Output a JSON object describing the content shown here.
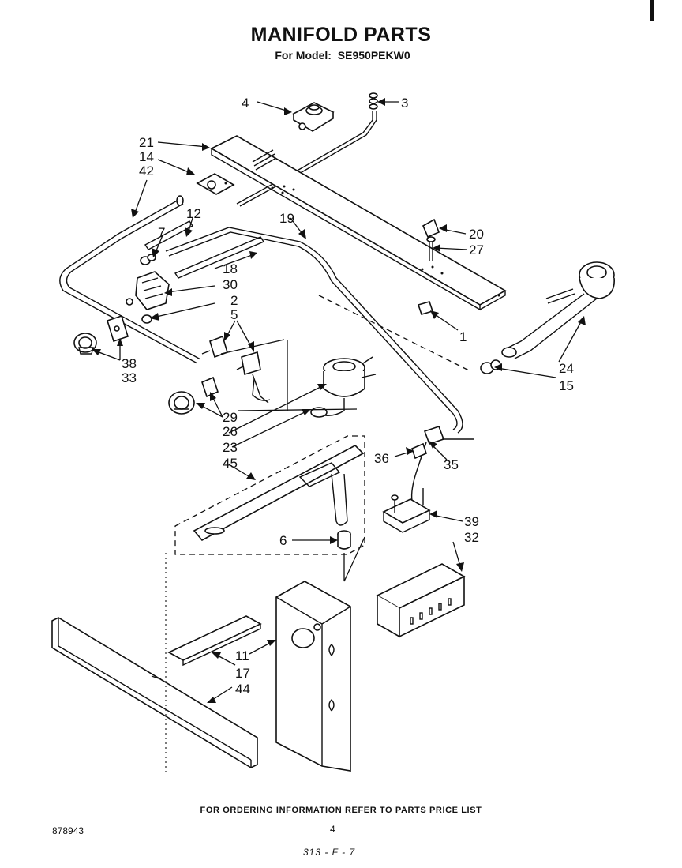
{
  "title": "MANIFOLD PARTS",
  "model_label": "For Model:",
  "model_number": "SE950PEKW0",
  "callouts": [
    "1",
    "2",
    "3",
    "4",
    "5",
    "6",
    "7",
    "11",
    "12",
    "14",
    "15",
    "17",
    "18",
    "19",
    "20",
    "21",
    "23",
    "24",
    "26",
    "27",
    "29",
    "30",
    "32",
    "33",
    "35",
    "36",
    "38",
    "39",
    "42",
    "44",
    "45"
  ],
  "footer_note": "FOR ORDERING INFORMATION REFER TO PARTS PRICE LIST",
  "doc_number": "878943",
  "page_number": "4",
  "code": "313 - F - 7"
}
